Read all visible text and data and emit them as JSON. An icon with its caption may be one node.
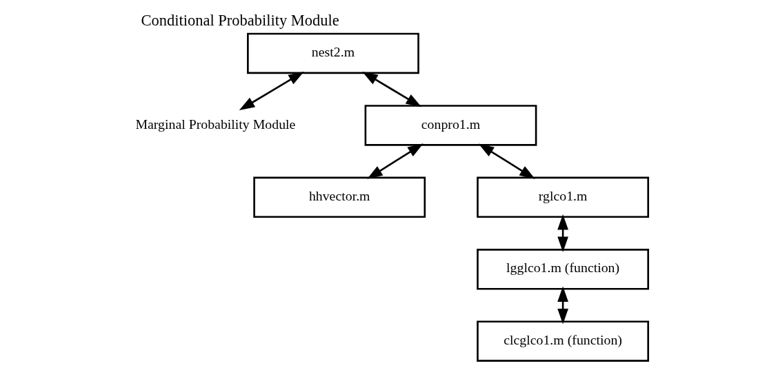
{
  "diagram": {
    "title": "Conditional Probability Module",
    "nodes": [
      {
        "text": [
          "nest2.m"
        ]
      },
      {
        "text": [
          "Marginal Probability Module"
        ]
      },
      {
        "text": [
          "conpro1.m"
        ]
      },
      {
        "text": [
          "hhvector.m"
        ]
      },
      {
        "text": [
          "rglco1.m"
        ]
      },
      {
        "text": [
          "lgglco1.m (function)"
        ]
      },
      {
        "text": [
          "clcglco1.m (function)"
        ]
      }
    ],
    "edges": [
      {
        "from": 0,
        "to": 2,
        "arrow": "both"
      },
      {
        "from": 0,
        "to": 1,
        "arrow": "both"
      },
      {
        "from": 2,
        "to": 3,
        "arrow": "both"
      },
      {
        "from": 2,
        "to": 4,
        "arrow": "both"
      },
      {
        "from": 4,
        "to": 5,
        "arrow": "both"
      },
      {
        "from": 5,
        "to": 6,
        "arrow": "both"
      }
    ]
  }
}
